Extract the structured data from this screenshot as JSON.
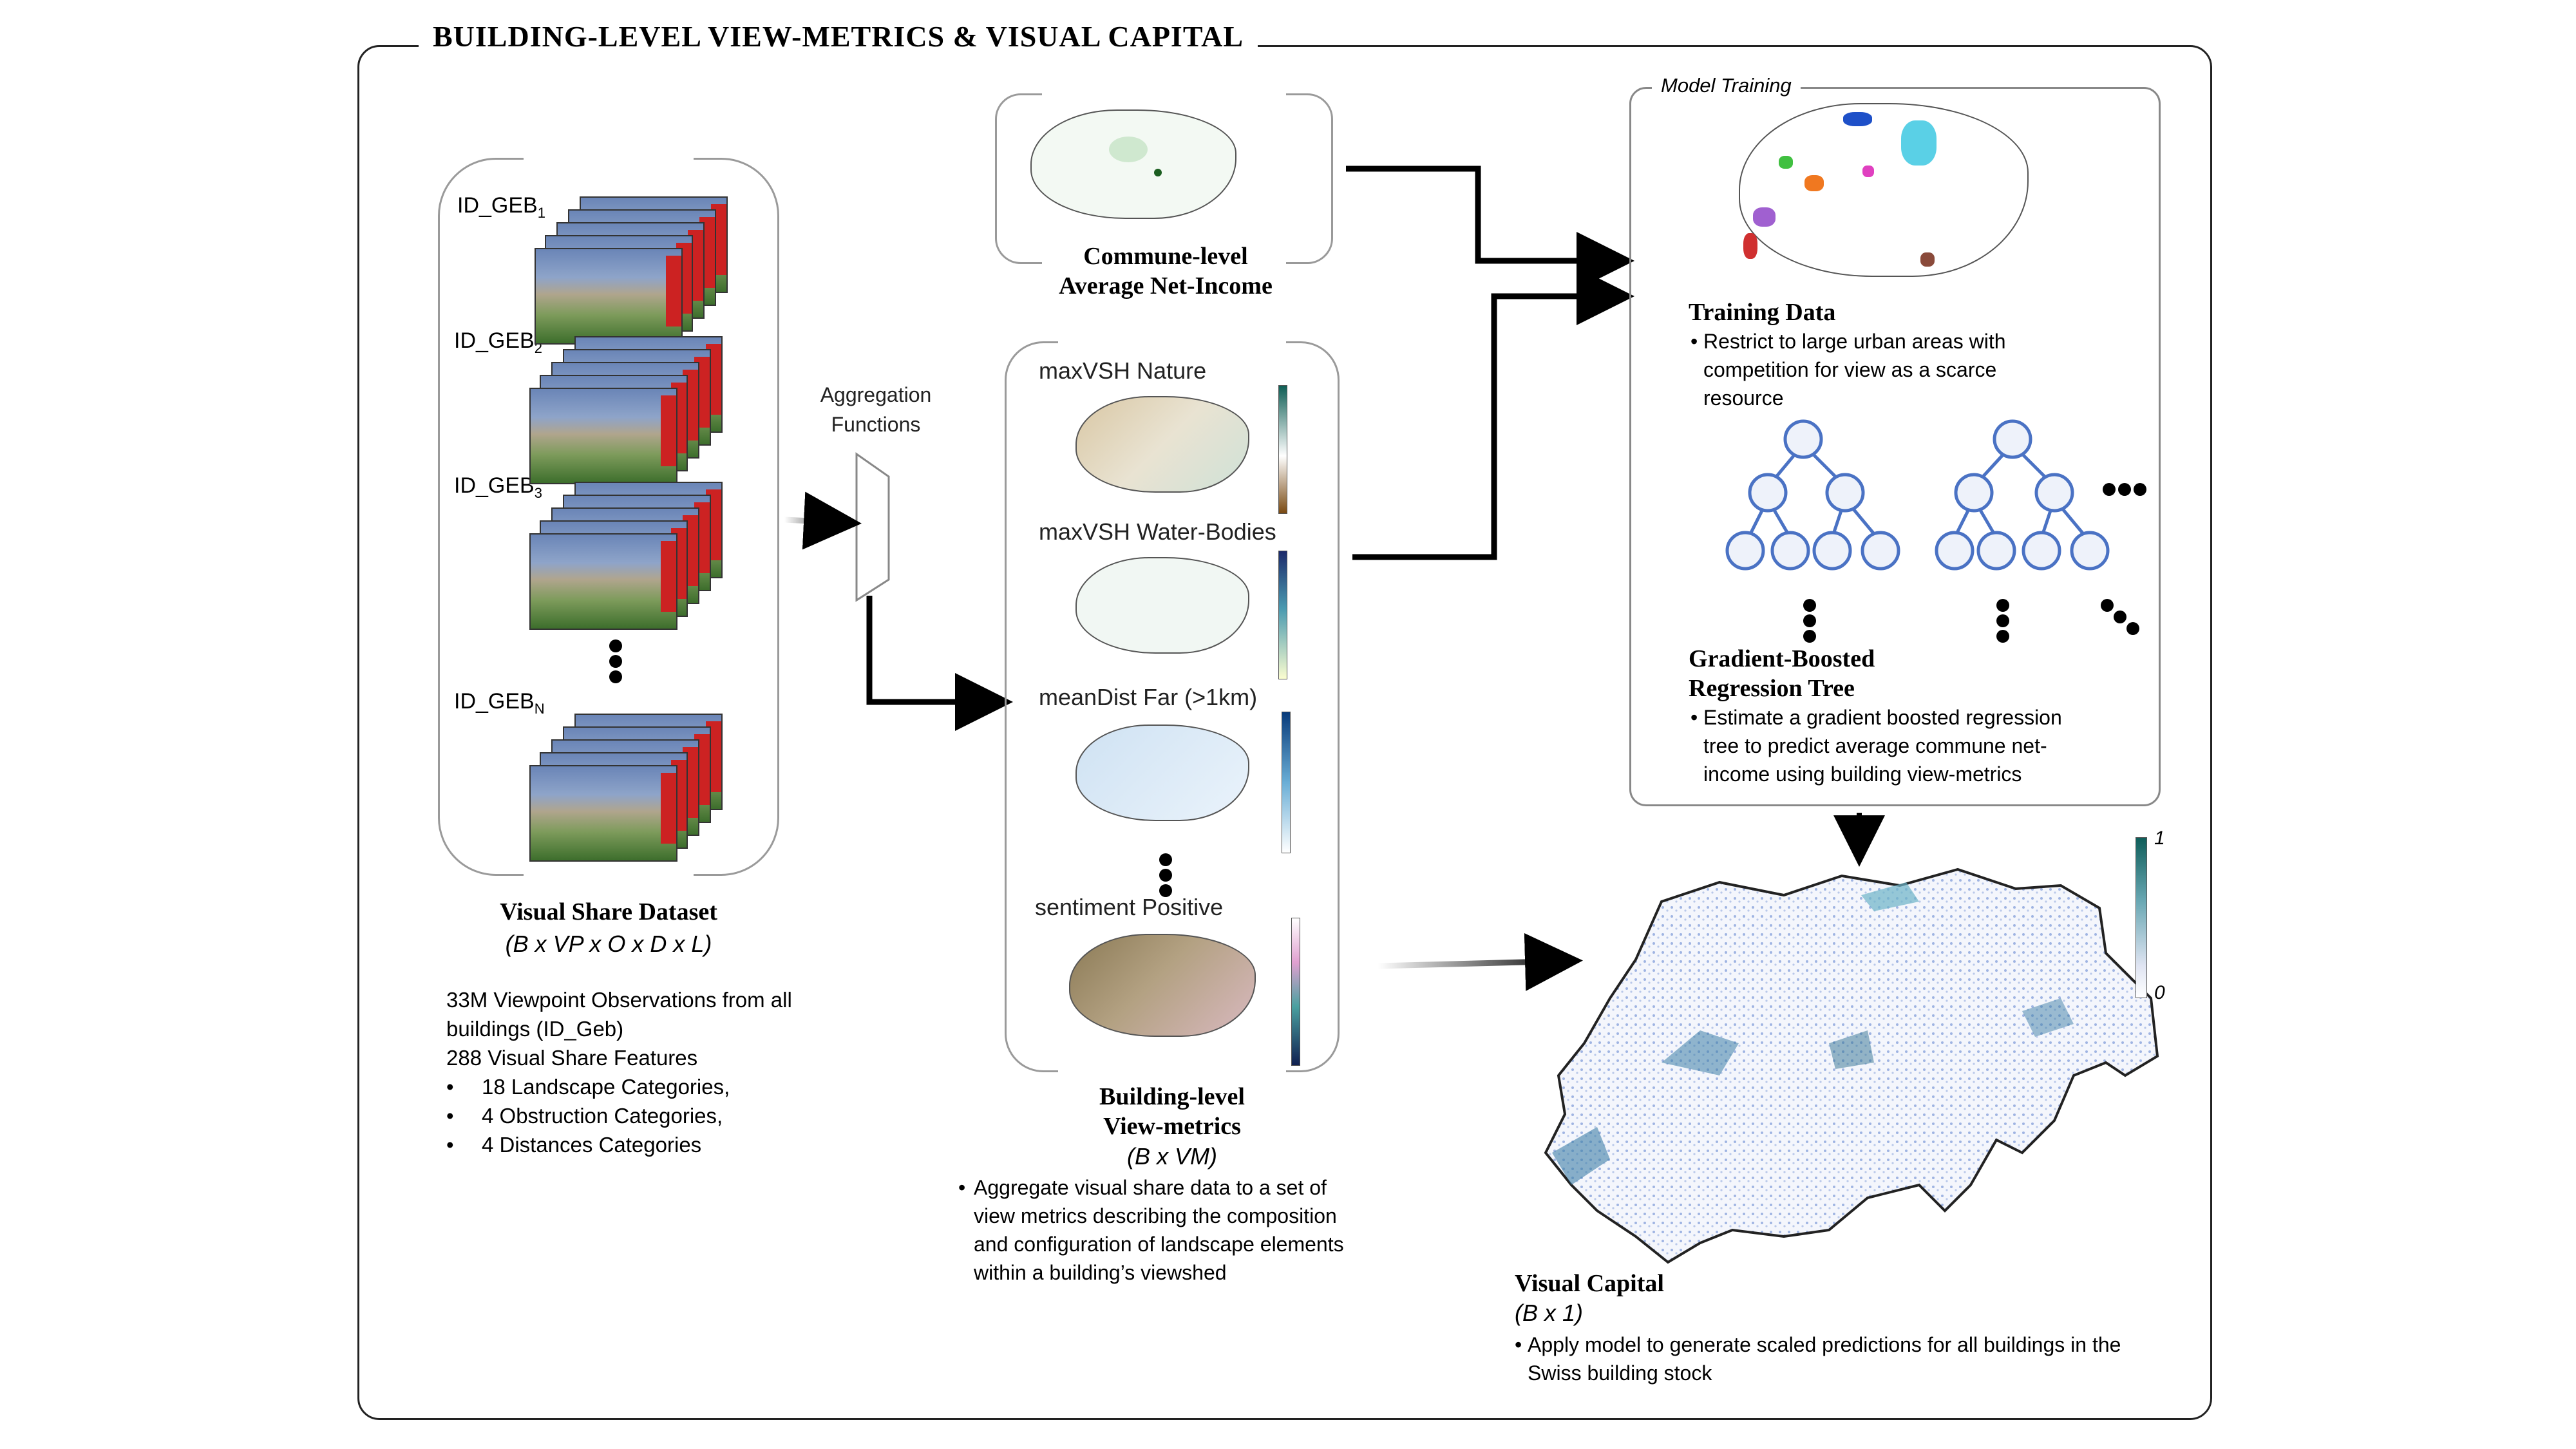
{
  "title": "BUILDING-LEVEL VIEW-METRICS & VISUAL CAPITAL",
  "dataset": {
    "labels": [
      "ID_GEB",
      "ID_GEB",
      "ID_GEB",
      "ID_GEB"
    ],
    "subs": [
      "1",
      "2",
      "3",
      "N"
    ],
    "heading": "Visual Share Dataset",
    "formula": "(B x VP x O x D x L)",
    "lines": [
      "33M Viewpoint Observations from all",
      "buildings (ID_Geb)",
      "288 Visual Share Features"
    ],
    "bullets": [
      "18 Landscape Categories,",
      "4 Obstruction Categories,",
      "4 Distances Categories"
    ]
  },
  "aggregation": {
    "label_line1": "Aggregation",
    "label_line2": "Functions"
  },
  "commune": {
    "heading_line1": "Commune-level",
    "heading_line2": "Average Net-Income"
  },
  "viewmetrics": {
    "maps": [
      {
        "prefix": "maxVSH",
        "name": "Nature"
      },
      {
        "prefix": "maxVSH",
        "name": "Water-Bodies"
      },
      {
        "prefix": "meanDist",
        "name": "Far (>1km)"
      },
      {
        "prefix": "sentiment",
        "name": "Positive"
      }
    ],
    "heading_line1": "Building-level",
    "heading_line2": "View-metrics",
    "formula": "(B x VM)",
    "bullet": [
      "Aggregate visual share data to a set of",
      "view metrics describing the composition",
      "and configuration of landscape elements",
      "within a building’s viewshed"
    ]
  },
  "training": {
    "box_label": "Model Training",
    "data_heading": "Training Data",
    "data_bullet": [
      "Restrict to large urban areas with",
      "competition for view as a scarce",
      "resource"
    ],
    "gbrt_heading_line1": "Gradient-Boosted",
    "gbrt_heading_line2": "Regression Tree",
    "gbrt_bullet": [
      "Estimate a gradient boosted regression",
      "tree to predict average commune net-",
      "income using building view-metrics"
    ]
  },
  "capital": {
    "heading": "Visual Capital",
    "formula": "(B x 1)",
    "bullet": [
      "Apply model to generate scaled predictions for all buildings in the",
      "Swiss building stock"
    ],
    "scale_max": "1",
    "scale_min": "0"
  },
  "colors": {
    "frame": "#222222",
    "tree_node": "#4a72c4",
    "capital_map": "#6f8fd0"
  }
}
